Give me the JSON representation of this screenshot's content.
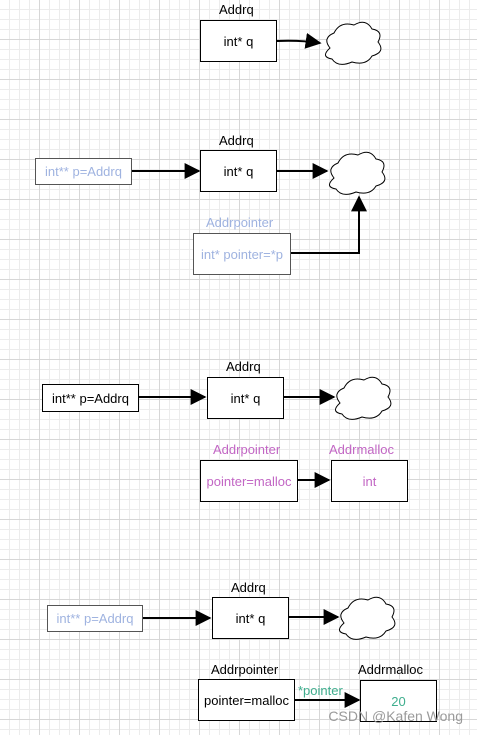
{
  "colors": {
    "faded_text": "#9fb3e0",
    "purple_text": "#c266c4",
    "teal_text": "#3fae8e",
    "stroke": "#000000",
    "grid": "#d7d7d7"
  },
  "panel1": {
    "addrq_label": "Addrq",
    "q_box": "int* q"
  },
  "panel2": {
    "addrq_label": "Addrq",
    "q_box": "int* q",
    "p_box": "int** p=Addrq",
    "addrpointer_label": "Addrpointer",
    "pointer_box": "int* pointer=*p"
  },
  "panel3": {
    "addrq_label": "Addrq",
    "q_box": "int* q",
    "p_box": "int** p=Addrq",
    "addrpointer_label": "Addrpointer",
    "pointer_box": "pointer=malloc",
    "addrmalloc_label": "Addrmalloc",
    "malloc_box": "int"
  },
  "panel4": {
    "addrq_label": "Addrq",
    "q_box": "int* q",
    "p_box": "int** p=Addrq",
    "addrpointer_label": "Addrpointer",
    "pointer_box": "pointer=malloc",
    "deref_label": "*pointer",
    "addrmalloc_label": "Addrmalloc",
    "malloc_box": "20"
  },
  "watermark": "CSDN @Kafen Wong"
}
